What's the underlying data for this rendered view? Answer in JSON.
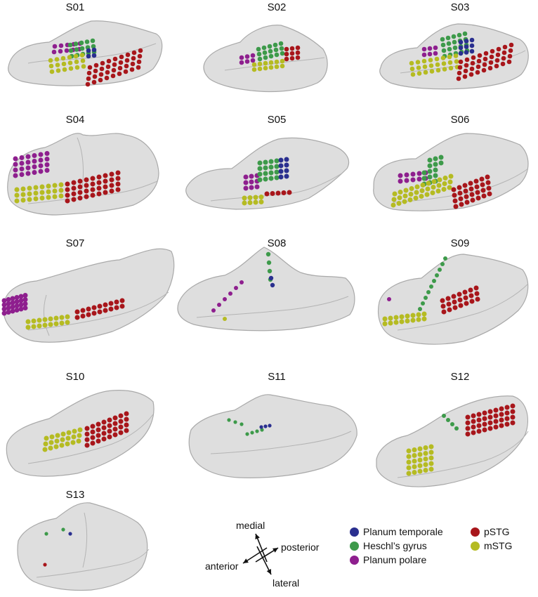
{
  "panels": [
    "S01",
    "S02",
    "S03",
    "S04",
    "S05",
    "S06",
    "S07",
    "S08",
    "S09",
    "S10",
    "S11",
    "S12",
    "S13"
  ],
  "orientation": {
    "medial": "medial",
    "posterior": "posterior",
    "anterior": "anterior",
    "lateral": "lateral"
  },
  "legend": [
    {
      "label": "Planum temporale",
      "color": "#2a2f8f"
    },
    {
      "label": "Heschl’s gyrus",
      "color": "#3d9a4a"
    },
    {
      "label": "Planum polare",
      "color": "#8e1f8e"
    },
    {
      "label": "pSTG",
      "color": "#a8161b"
    },
    {
      "label": "mSTG",
      "color": "#b5bb22"
    }
  ],
  "colors": {
    "brain_fill": "#d3d3d3",
    "brain_edge": "#a9a9a9"
  }
}
